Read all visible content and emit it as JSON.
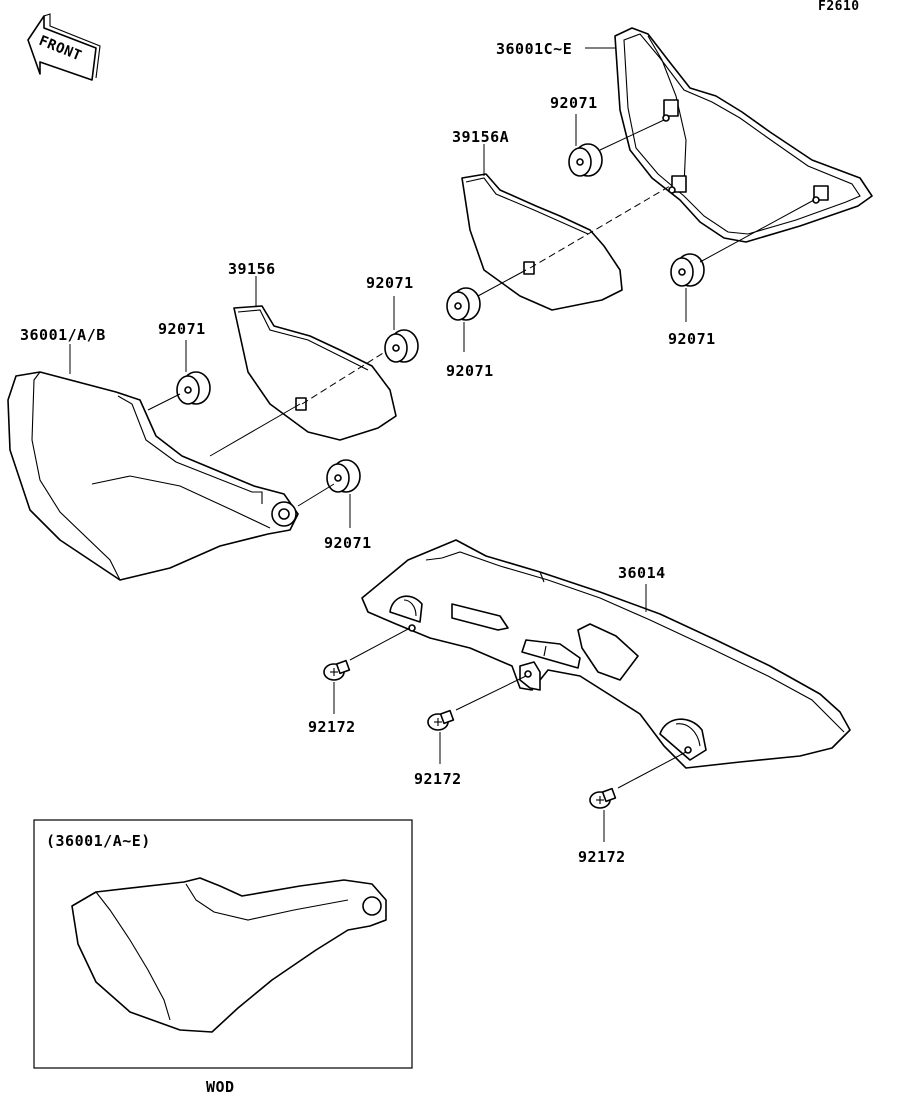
{
  "figure_id": "F2610",
  "front_label": "FRONT",
  "labels": {
    "cover_right": "36001C~E",
    "cover_left": "36001/A/B",
    "plate_right": "39156A",
    "plate_left": "39156",
    "chain_cover": "36014",
    "damper": "92071",
    "bolt": "92172"
  },
  "inset": {
    "title": "(36001/A~E)",
    "caption": "WOD"
  }
}
